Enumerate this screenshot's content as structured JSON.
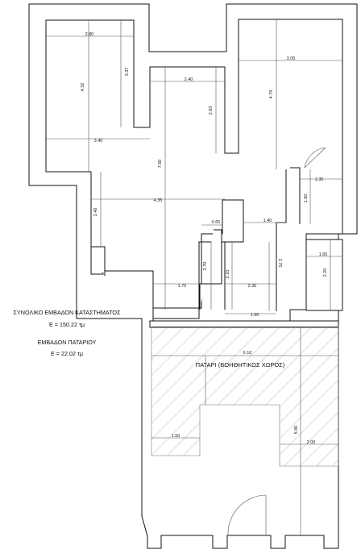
{
  "area_notes": {
    "total_title": "ΣΥΝΟΛΙΚΟ ΕΜΒΑΔΟΝ ΚΑΤΑΣΤΗΜΑΤΟΣ",
    "total_value": "Ε = 150.22 τμ",
    "mezz_title": "ΕΜΒΑΔΟΝ ΠΑΤΑΡΙΟΥ",
    "mezz_value": "Ε = 22.02 τμ"
  },
  "mezzanine_label": "ΠΑΤΑΡΙ (ΒΟΗΘΗΤΙΚΟΣ ΧΩΡΟΣ)",
  "dimensions": {
    "d280": "2.80",
    "d432": "4.32",
    "d337": "3.37",
    "d340": "3.40",
    "d240": "2.40",
    "d283": "2.83",
    "d305": "3.05",
    "d479": "4.79",
    "d760": "7.60",
    "d435": "4.35",
    "d240b": "2.40",
    "d135": "1.35",
    "d150a": "1.50",
    "d065": "0.65",
    "d140": "1.40",
    "d165": "1.65",
    "d270": "2.70",
    "d210": "2.10",
    "d275": "2.75",
    "d220": "2.20",
    "d175": "1.75",
    "d230": "2.30",
    "d160": "1.60",
    "d610": "6.10",
    "d690": "6.90",
    "d150b": "1.50",
    "d200": "2.00"
  }
}
